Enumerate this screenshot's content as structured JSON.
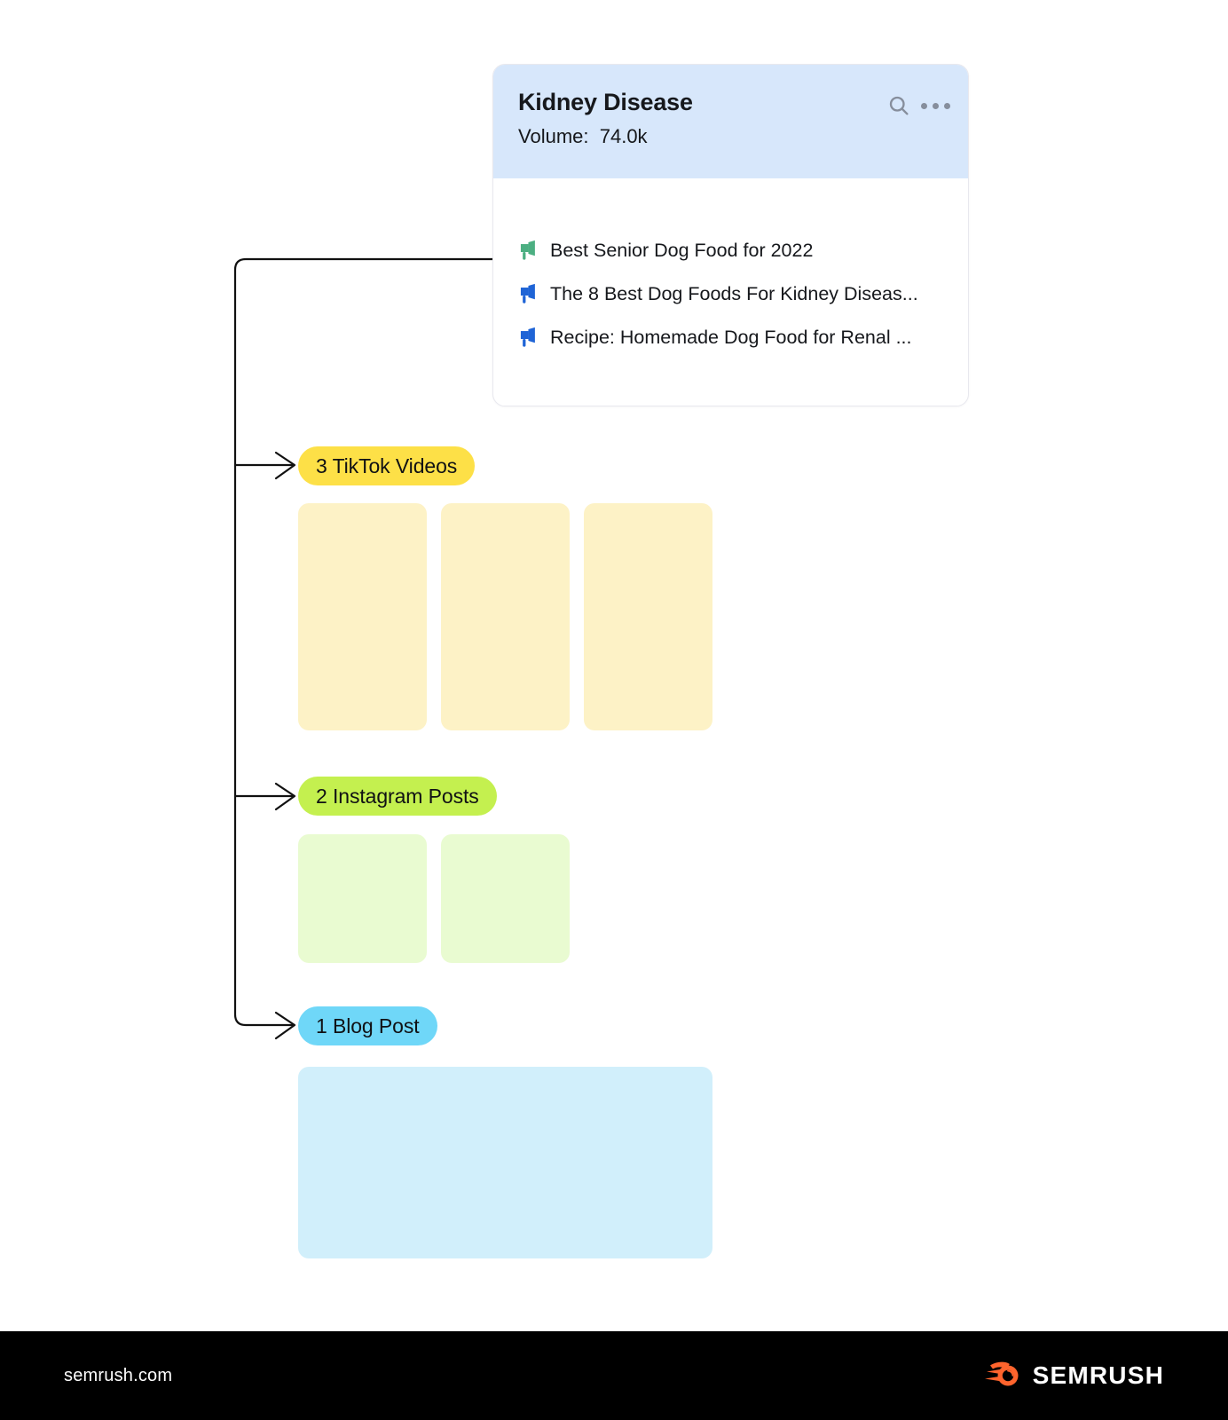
{
  "card": {
    "title": "Kidney Disease",
    "volume_label": "Volume:",
    "volume_value": "74.0k",
    "search_icon": "search-icon",
    "more_icon": "more-options-icon",
    "header_bg": "#d7e7fb",
    "items": [
      {
        "text": "Best Senior Dog Food for 2022",
        "icon": "megaphone-icon",
        "color": "#4caf82"
      },
      {
        "text": "The 8 Best Dog Foods For Kidney Diseas...",
        "icon": "megaphone-icon",
        "color": "#1f64d6"
      },
      {
        "text": "Recipe: Homemade Dog Food for Renal ...",
        "icon": "megaphone-icon",
        "color": "#1f64d6"
      }
    ]
  },
  "branches": [
    {
      "label": "3 TikTok Videos",
      "badge_color": "#fde047",
      "tile_color": "#fdf2c6",
      "tile_count": 3
    },
    {
      "label": "2 Instagram Posts",
      "badge_color": "#c4f04f",
      "tile_color": "#e9fbd1",
      "tile_count": 2
    },
    {
      "label": "1 Blog Post",
      "badge_color": "#6fd7f8",
      "tile_color": "#d1effb",
      "tile_count": 1
    }
  ],
  "footer": {
    "url": "semrush.com",
    "brand": "SEMRUSH",
    "logo_icon": "semrush-comet-logo-icon",
    "brand_color": "#ff642d",
    "background": "#000000"
  }
}
